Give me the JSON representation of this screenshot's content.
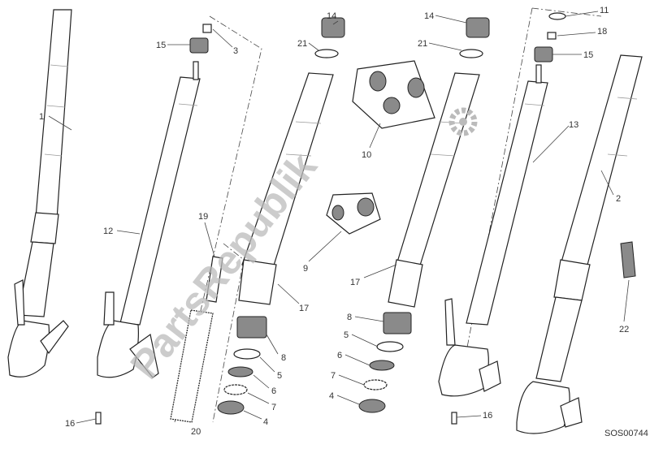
{
  "diagram": {
    "labels": {
      "l1": "1",
      "l12": "12",
      "l15a": "15",
      "l3": "3",
      "l19": "19",
      "l20": "20",
      "l14a": "14",
      "l21a": "21",
      "l10": "10",
      "l9": "9",
      "l17a": "17",
      "l8a": "8",
      "l5a": "5",
      "l6a": "6",
      "l7a": "7",
      "l4a": "4",
      "l16a": "16",
      "l14b": "14",
      "l21b": "21",
      "l17b": "17",
      "l8b": "8",
      "l5b": "5",
      "l6b": "6",
      "l7b": "7",
      "l4b": "4",
      "l11": "11",
      "l18": "18",
      "l15b": "15",
      "l13": "13",
      "l2": "2",
      "l22": "22",
      "l16b": "16"
    },
    "drawing_code": "SOS00744",
    "watermark": "PartsRepublik",
    "watermark_icon": "gear-icon",
    "colors": {
      "line": "#222222",
      "part_fill": "#ffffff",
      "seal_fill": "#8a8a8a",
      "watermark": "#bbbbbb"
    }
  }
}
